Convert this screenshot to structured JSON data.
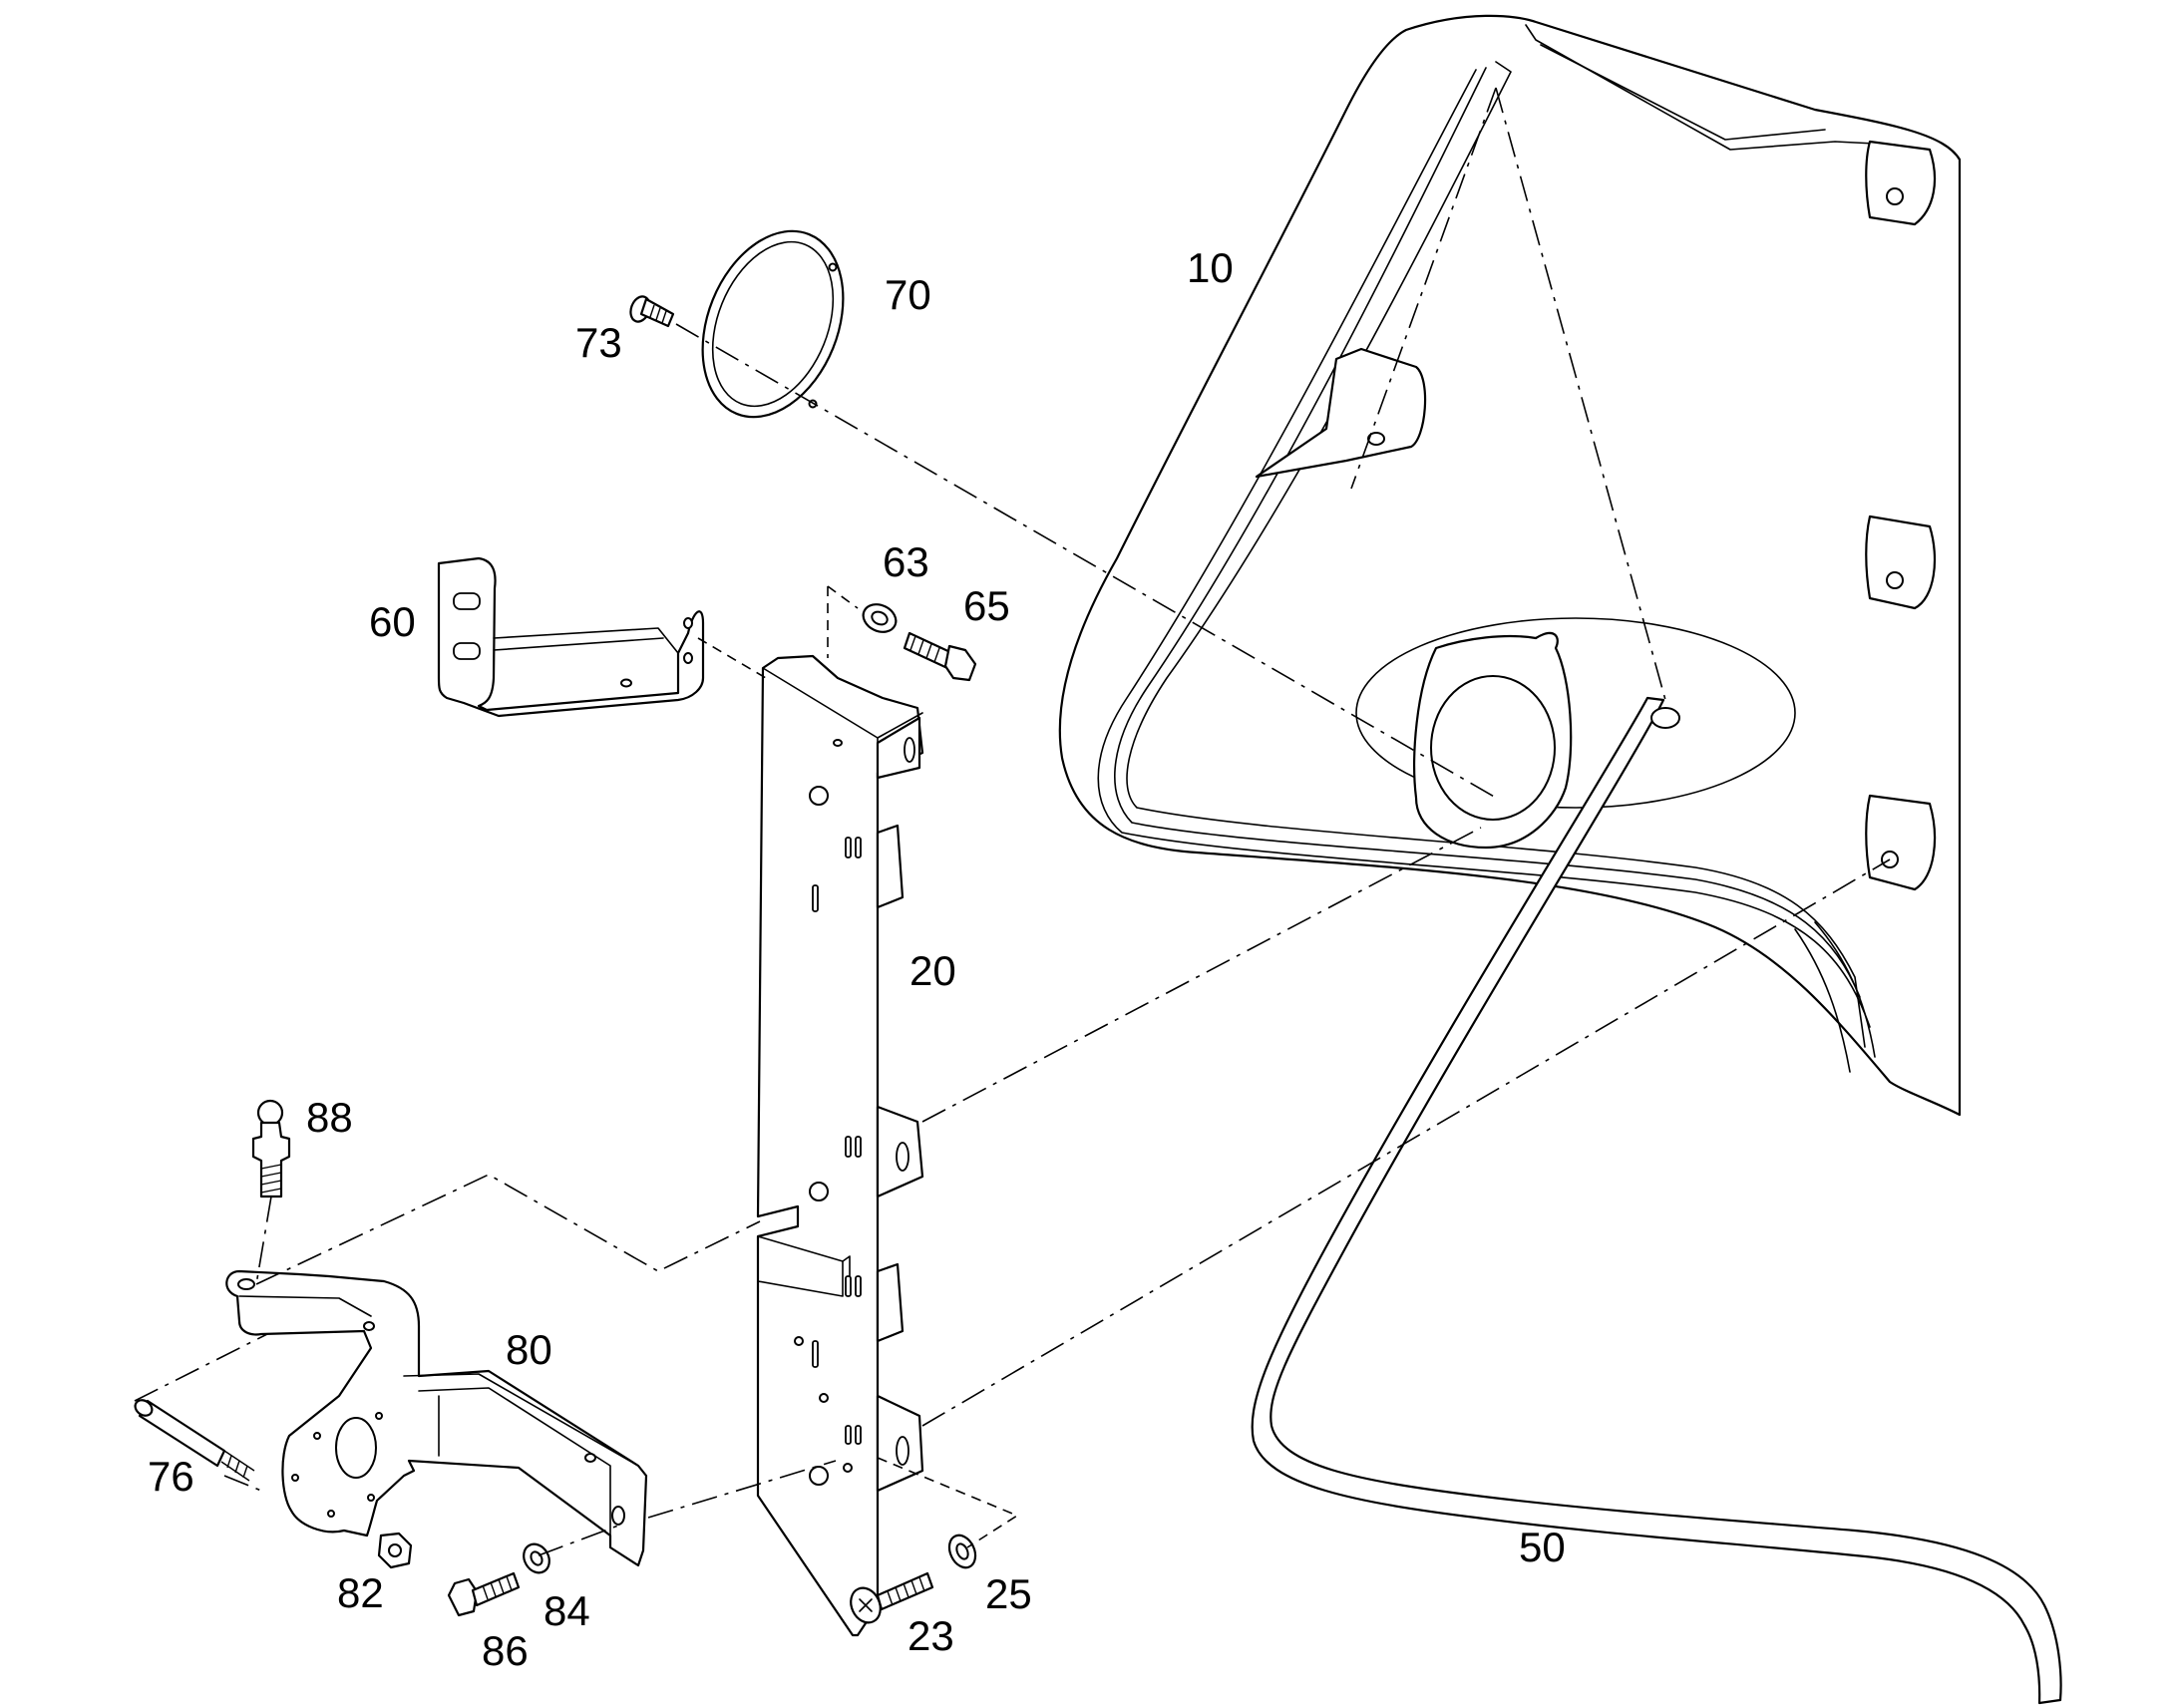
{
  "callouts": [
    {
      "id": "10",
      "label": "10"
    },
    {
      "id": "20",
      "label": "20"
    },
    {
      "id": "23",
      "label": "23"
    },
    {
      "id": "25",
      "label": "25"
    },
    {
      "id": "50",
      "label": "50"
    },
    {
      "id": "60",
      "label": "60"
    },
    {
      "id": "63",
      "label": "63"
    },
    {
      "id": "65",
      "label": "65"
    },
    {
      "id": "70",
      "label": "70"
    },
    {
      "id": "73",
      "label": "73"
    },
    {
      "id": "76",
      "label": "76"
    },
    {
      "id": "80",
      "label": "80"
    },
    {
      "id": "82",
      "label": "82"
    },
    {
      "id": "84",
      "label": "84"
    },
    {
      "id": "86",
      "label": "86"
    },
    {
      "id": "88",
      "label": "88"
    }
  ],
  "colors": {
    "line": "#000000",
    "background": "#ffffff"
  }
}
